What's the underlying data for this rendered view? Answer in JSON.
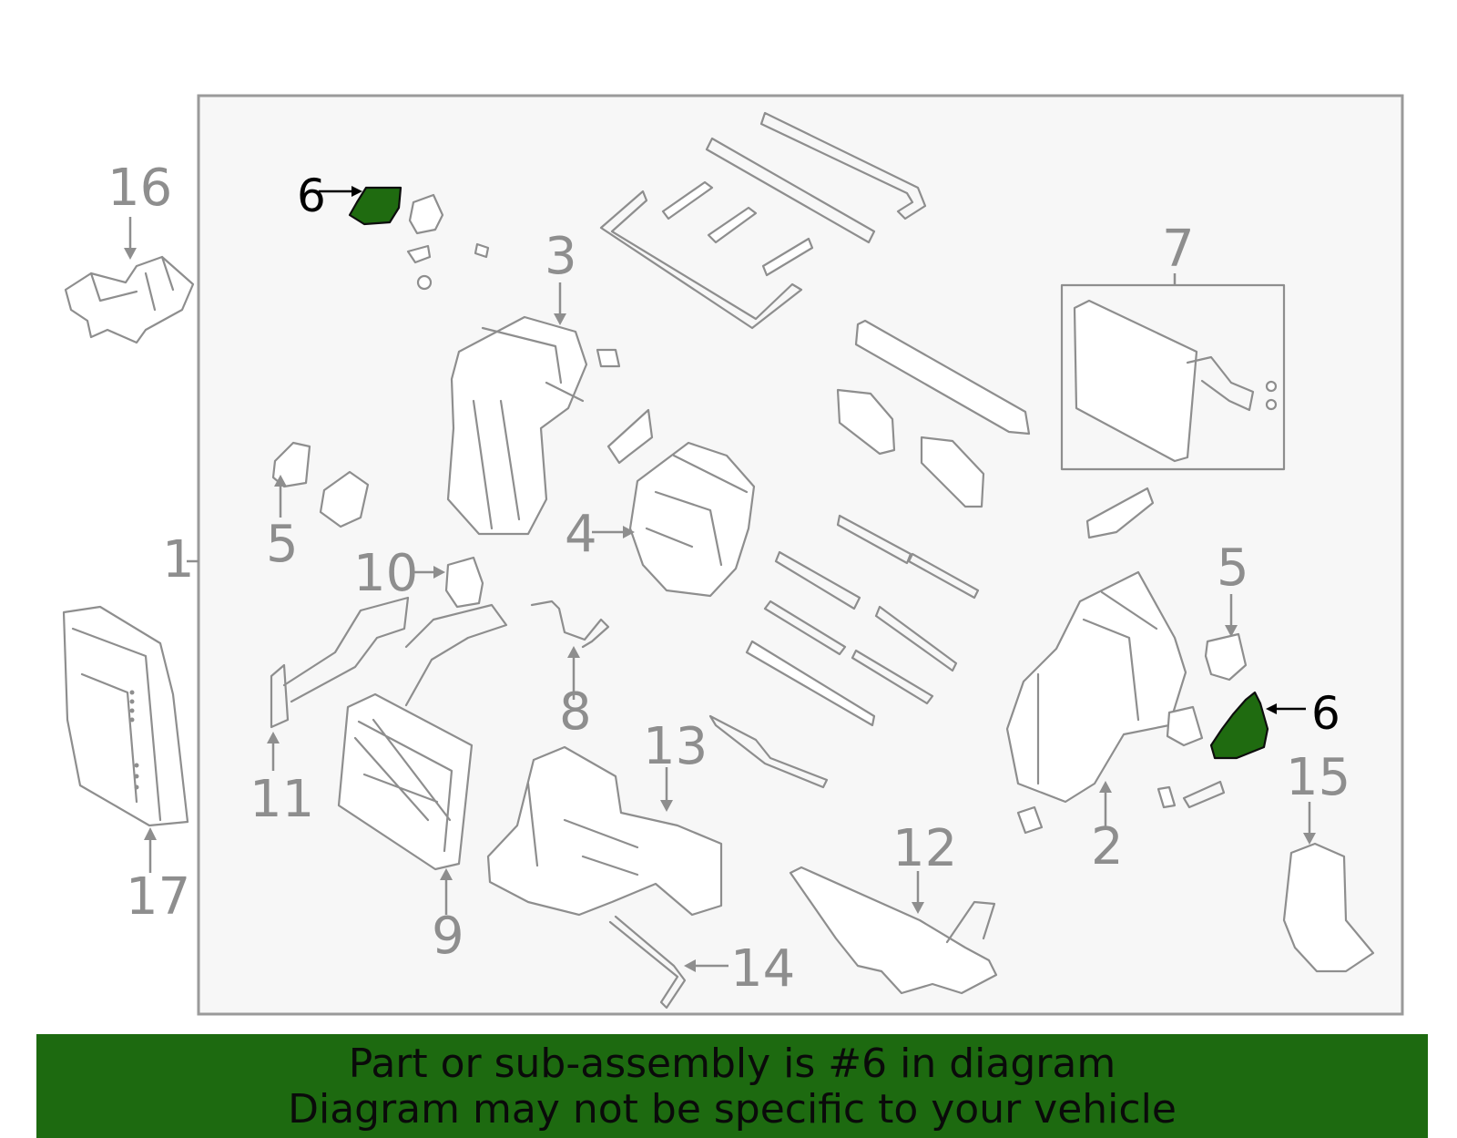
{
  "callouts": {
    "c1": "1",
    "c2": "2",
    "c3": "3",
    "c4": "4",
    "c5a": "5",
    "c5b": "5",
    "c6a": "6",
    "c6b": "6",
    "c7": "7",
    "c8": "8",
    "c9": "9",
    "c10": "10",
    "c11": "11",
    "c12": "12",
    "c13": "13",
    "c14": "14",
    "c15": "15",
    "c16": "16",
    "c17": "17"
  },
  "highlighted_part": "6",
  "banner": {
    "line1": "Part or sub-assembly is #6 in diagram",
    "line2": "Diagram may not be specific to your vehicle"
  },
  "colors": {
    "highlight": "#1f6b10",
    "banner": "#1d6a10",
    "parts_outline": "#8e8e8e",
    "panel": "#f7f7f7"
  }
}
